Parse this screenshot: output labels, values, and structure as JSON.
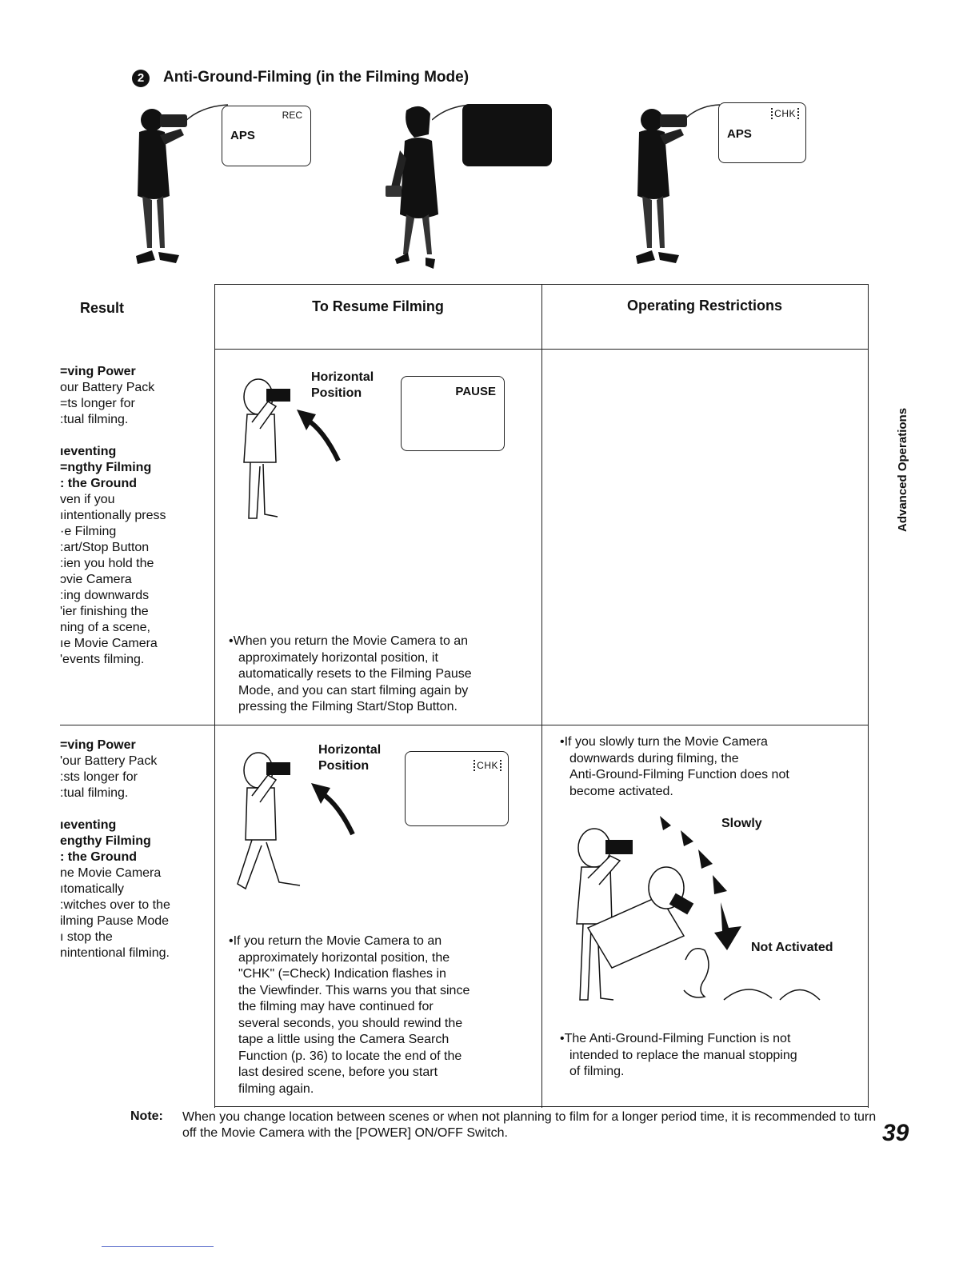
{
  "section": {
    "step_number": "2",
    "title": "Anti-Ground-Filming (in the Filming Mode)"
  },
  "illustrations": {
    "viewfinder_1": {
      "top_label": "REC",
      "label": "APS"
    },
    "viewfinder_2": {
      "state": "black screen"
    },
    "viewfinder_3": {
      "top_label": "CHK",
      "label": "APS"
    }
  },
  "table": {
    "headers": {
      "result": "Result",
      "resume": "To Resume Filming",
      "restrictions": "Operating Restrictions"
    },
    "row1": {
      "result_items": [
        {
          "text": "=ving Power",
          "bold": true
        },
        {
          "text": "our Battery Pack",
          "bold": false
        },
        {
          "text": "=ts longer for",
          "bold": false
        },
        {
          "text": ":tual filming.",
          "bold": false
        },
        {
          "text": "",
          "bold": false
        },
        {
          "text": "ıeventing",
          "bold": true
        },
        {
          "text": "=ngthy Filming",
          "bold": true
        },
        {
          "text": ": the Ground",
          "bold": true
        },
        {
          "text": "ven if you",
          "bold": false
        },
        {
          "text": "ıintentionally press",
          "bold": false
        },
        {
          "text": "·e Filming",
          "bold": false
        },
        {
          "text": ":art/Stop Button",
          "bold": false
        },
        {
          "text": ":ien you hold the",
          "bold": false
        },
        {
          "text": "ɔvie Camera",
          "bold": false
        },
        {
          "text": ":ing downwards",
          "bold": false
        },
        {
          "text": "'ier finishing the",
          "bold": false
        },
        {
          "text": "ning of a scene,",
          "bold": false
        },
        {
          "text": "ıe Movie Camera",
          "bold": false
        },
        {
          "text": "'events filming.",
          "bold": false
        }
      ],
      "position_label": "Horizontal\nPosition",
      "viewfinder_label": "PAUSE",
      "resume_text": [
        "•When you return the Movie Camera to an",
        "approximately horizontal position, it",
        "automatically resets to the Filming Pause",
        "Mode, and you can start filming again by",
        "pressing the Filming Start/Stop Button."
      ]
    },
    "row2": {
      "result_items": [
        {
          "text": "=ving Power",
          "bold": true
        },
        {
          "text": "'our Battery Pack",
          "bold": false
        },
        {
          "text": ":sts longer for",
          "bold": false
        },
        {
          "text": ":tual filming.",
          "bold": false
        },
        {
          "text": "",
          "bold": false
        },
        {
          "text": "ıeventing",
          "bold": true
        },
        {
          "text": "engthy Filming",
          "bold": true
        },
        {
          "text": ": the Ground",
          "bold": true
        },
        {
          "text": "ne Movie Camera",
          "bold": false
        },
        {
          "text": "ıtomatically",
          "bold": false
        },
        {
          "text": ":witches over to the",
          "bold": false
        },
        {
          "text": "ilming Pause Mode",
          "bold": false
        },
        {
          "text": "ı stop the",
          "bold": false
        },
        {
          "text": "nintentional filming.",
          "bold": false
        }
      ],
      "position_label": "Horizontal\nPosition",
      "viewfinder_label": "CHK",
      "resume_text": [
        "•If you return the Movie Camera to an",
        "approximately horizontal position, the",
        "\"CHK\" (=Check) Indication flashes in",
        "the Viewfinder. This warns you that since",
        "the filming may have continued for",
        "several seconds, you should rewind the",
        "tape a little using the Camera Search",
        "Function (p. 36) to locate the end of the",
        "last desired scene, before you start",
        "filming again."
      ],
      "restrictions_text_1": [
        "•If you slowly turn the Movie Camera",
        "downwards during filming, the",
        "Anti-Ground-Filming Function does not",
        "become activated."
      ],
      "slowly_label": "Slowly",
      "not_activated_label": "Not Activated",
      "restrictions_text_2": [
        "•The Anti-Ground-Filming Function is not",
        "intended to replace the manual stopping",
        "of filming."
      ]
    }
  },
  "side_tab": "Advanced Operations",
  "note": {
    "label": "Note:",
    "text": "When you change location between scenes or when not planning to film for a longer period time, it is recommended to turn off the Movie Camera with the [POWER] ON/OFF Switch."
  },
  "page_number": "39"
}
